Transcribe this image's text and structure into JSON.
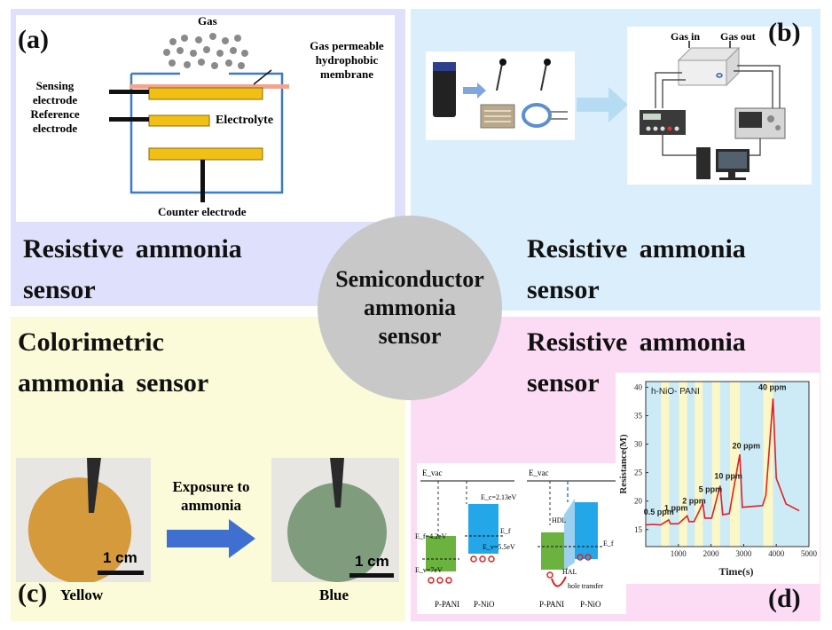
{
  "center": {
    "line1": "Semiconductor",
    "line2": "ammonia",
    "line3": "sensor"
  },
  "panel_a": {
    "tag": "(a)",
    "title_line1": "Resistive ammonia",
    "title_line2": "sensor",
    "gas": "Gas",
    "membrane_line1": "Gas permeable",
    "membrane_line2": "hydrophobic",
    "membrane_line3": "membrane",
    "sensing_line1": "Sensing",
    "sensing_line2": "electrode",
    "reference_line1": "Reference",
    "reference_line2": "electrode",
    "electrolyte": "Electrolyte",
    "counter": "Counter electrode"
  },
  "panel_b": {
    "tag": "(b)",
    "title_line1": "Resistive ammonia",
    "title_line2": "sensor",
    "gas_in": "Gas in",
    "gas_out": "Gas out"
  },
  "panel_c": {
    "tag": "(c)",
    "title_line1": "Colorimetric",
    "title_line2": "ammonia sensor",
    "exposure_line1": "Exposure to",
    "exposure_line2": "ammonia",
    "scale_left": "1 cm",
    "scale_right": "1 cm",
    "before": "Yellow",
    "after": "Blue",
    "colors": {
      "before_film": "#d49a3c",
      "after_film": "#7f9c7d",
      "arrow": "#3f6fd0"
    }
  },
  "panel_d": {
    "tag": "(d)",
    "title_line1": "Resistive ammonia",
    "title_line2": "sensor",
    "band": {
      "evac_left": "E_vac",
      "evac_right": "E_vac",
      "ef_pani": "E_f=4.2eV",
      "ev_pani": "E_v=7eV",
      "ec_nio": "E_c=2.13eV",
      "ef_nio": "E_f",
      "ev_nio": "E_v=5.5eV",
      "hdl": "HDL",
      "hal": "HAL",
      "ef_right": "E_f",
      "hole_transfer": "hole transfer",
      "p_pani_left": "P-PANI",
      "p_nio_left": "P-NiO",
      "p_pani_right": "P-PANI",
      "p_nio_right": "P-NiO"
    }
  },
  "chart_data": {
    "type": "line",
    "title": "h-NiO- PANI",
    "xlabel": "Time(s)",
    "ylabel": "Resistance(M)",
    "xlim": [
      0,
      5000
    ],
    "ylim": [
      12,
      41
    ],
    "x_ticks": [
      "1000",
      "2000",
      "3000",
      "4000",
      "5000"
    ],
    "y_ticks": [
      "15",
      "20",
      "25",
      "30",
      "35",
      "40"
    ],
    "exposure_bands": [
      [
        470,
        720
      ],
      [
        1020,
        1270
      ],
      [
        1500,
        1750
      ],
      [
        2030,
        2280
      ],
      [
        2580,
        2880
      ],
      [
        3600,
        3900
      ]
    ],
    "annotations": [
      {
        "label": "0.5 ppm",
        "x": 400,
        "y": 17.6
      },
      {
        "label": "1 ppm",
        "x": 930,
        "y": 18.3
      },
      {
        "label": "2 ppm",
        "x": 1480,
        "y": 19.6
      },
      {
        "label": "5 ppm",
        "x": 1980,
        "y": 21.6
      },
      {
        "label": "10 ppm",
        "x": 2530,
        "y": 23.9
      },
      {
        "label": "20 ppm",
        "x": 3080,
        "y": 29.2
      },
      {
        "label": "40 ppm",
        "x": 3880,
        "y": 39.5
      }
    ],
    "series": [
      {
        "name": "",
        "x": [
          0,
          200,
          460,
          700,
          760,
          1000,
          1270,
          1330,
          1480,
          1750,
          1810,
          2020,
          2280,
          2360,
          2560,
          2880,
          2960,
          3580,
          3680,
          3900,
          4000,
          4300,
          4700
        ],
        "y": [
          15.8,
          15.9,
          15.8,
          16.7,
          16.0,
          16.0,
          17.4,
          16.4,
          16.4,
          19.6,
          17.0,
          17.0,
          22.7,
          17.6,
          17.8,
          28.2,
          18.9,
          19.2,
          21.0,
          38.0,
          24.0,
          19.5,
          18.3
        ]
      }
    ]
  }
}
